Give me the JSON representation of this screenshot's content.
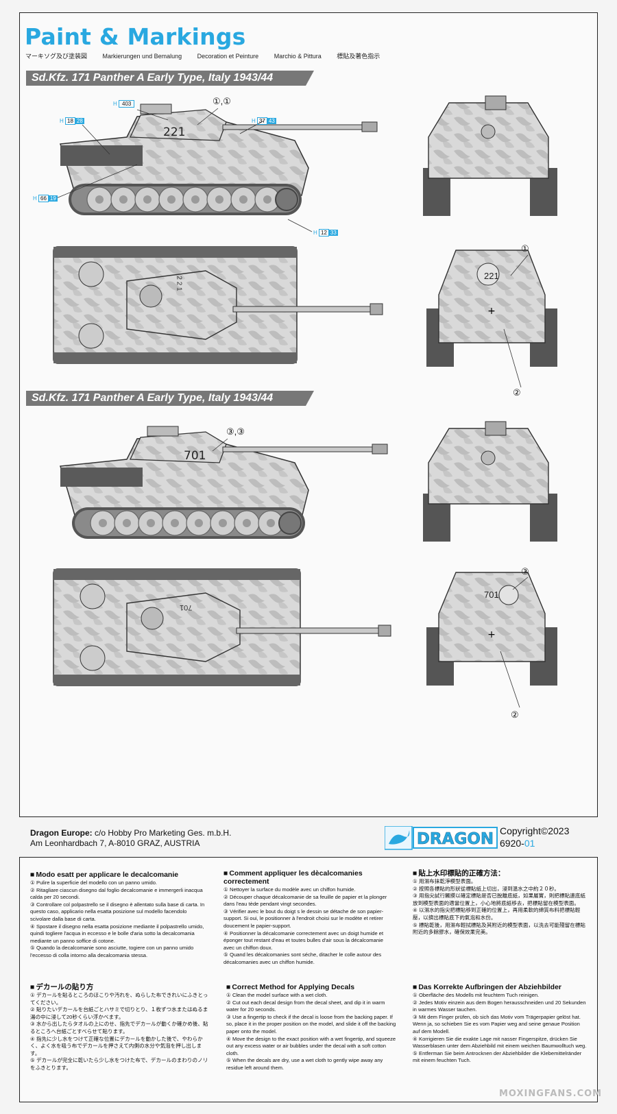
{
  "header": {
    "title": "Paint & Markings",
    "subtitles": [
      "マーキソグ及び塗装図",
      "Markierungen und Bemalung",
      "Decoration et Peinture",
      "Marchio & Pittura",
      "標貼及著色指示"
    ]
  },
  "schemes": [
    {
      "banner": "Sd.Kfz. 171 Panther A Early Type, Italy 1943/44",
      "hull_number": "221",
      "top_number": "2 2 1",
      "callouts": {
        "side": "①,①",
        "rear_top": "①",
        "rear_bottom": "②"
      },
      "paint_codes": [
        {
          "prefix": "H",
          "value": "403"
        },
        {
          "prefix": "H",
          "value": "18",
          "second": "28"
        },
        {
          "prefix": "H",
          "value": "37",
          "second": "43"
        },
        {
          "prefix": "H",
          "value": "66",
          "second": "19"
        },
        {
          "prefix": "H",
          "value": "12",
          "second": "33"
        }
      ]
    },
    {
      "banner": "Sd.Kfz. 171 Panther A Early Type, Italy 1943/44",
      "hull_number": "701",
      "top_number": "701",
      "callouts": {
        "side": "③,③",
        "rear_top": "③",
        "rear_bottom": "②"
      }
    }
  ],
  "footer": {
    "company": "Dragon Europe:",
    "address_line1": "c/o Hobby Pro Marketing Ges. m.b.H.",
    "address_line2": "Am Leonhardbach 7, A-8010 GRAZ, AUSTRIA",
    "brand": "DRAGON",
    "copyright": "Copyright©2023",
    "code_main": "6920-",
    "code_suffix": "01"
  },
  "instructions": {
    "it": {
      "heading": "Modo esatt per applicare le decalcomanie",
      "steps": [
        "Pulire la superficie del modello con un panno umido.",
        "Ritagliare ciascun disegno dal foglio decalcomanie e immergerli inacqua calda per 20 secondi.",
        "Controllare col polpastrello se il disegno è allentato sulla base di carta. In questo caso, applicario nella esatta posizione sul modello facendolo scivolare dalla base di carta.",
        "Spostare il disegno nella esatta posizione mediante il polpastrello umido, quindi togliere l'acqua in eccesso e le bolle d'aria sotto la decalcomania mediante un panno soffice di cotone.",
        "Quando la decalcomanie sono asciutte, togiere con un panno umido l'eccesso di colla intorno alla decalcomania stessa."
      ]
    },
    "fr": {
      "heading": "Comment appliquer les dècalcomanies correctement",
      "steps": [
        "Nettoyer la surface du modèle avec un chiffon humide.",
        "Découper chaque décalcomanie de sa feuille de papier et la plonger dans l'eau tède pendant vingt secondes.",
        "Vérifier avec le bout du doigt s le dessin se détache de son papier-support. Si oui, le positionner à l'endroit choisi sur le modète et retirer doucement le papier-support.",
        "Positionner la décalcomanie correctement avec un doigt humide et éponger tout restant d'eau et toutes bulles d'air sous la décalcomanie avec un chiffon doux.",
        "Quand les décalcomanies sont séche, ditacher le colle autour des décalcomanies avec un chiffon humide."
      ]
    },
    "zh": {
      "heading": "貼上水印標貼的正確方法：",
      "steps": [
        "用濕布抹乾淨模型表面。",
        "按照各標貼的形狀從標貼紙上切出，浸到溫水之中約２０秒。",
        "用指尖試行觸摸以確定標貼是否已脫離底紙，如果屬實，則把標貼連底紙放到模型表面的適當位置上，小心地將底紙移去，把標貼留在模型表面。",
        "以濕水的指尖把標貼移到正確的位置上，再用柔軟的綿質布料把標貼輕壓，以擠出標貼底下的氣泡和水份。",
        "標貼乾後，用濕布輕拭標貼及其附近的模型表面，以洗去可能殘留在標貼附近的多餘膠水，確保效果完美。"
      ]
    },
    "ja": {
      "heading": "デカールの貼り方",
      "steps": [
        "デカールを貼るところのほこりや汚れを、ぬらした布できれいにふきとってください。",
        "貼りたいデカールを台紙ごとハサミで切りとり、１枚ずつ水またはぬるま湯の中に浸して20秒くらい浮かべます。",
        "水から出したらタオルの上にのせ、指先でデカールが動くか確かめ後、貼るところへ台紙ごとすべらせて貼ります。",
        "指先に少し水をつけて正確な位置にデカールを動かした後で、やわらかく、よく水を吸う布でデカールを押さえて内側の水分や気泡を押し出します。",
        "デカールが完全に乾いたら少し水をつけた布で、デカールのまわりのノリをふきとります。"
      ]
    },
    "en": {
      "heading": "Correct Method for Applying Decals",
      "steps": [
        "Clean the model surface with a wet cloth.",
        "Cut out each decal design from the decal sheet, and dip it in warm water for 20 seconds.",
        "Use a fingertip to check if the decal is loose from the backing paper. If so, place it in the proper position on the model, and slide it off the backing paper onto the model.",
        "Move the design to the exact position with a wet fingertip, and squeeze out any excess water or air bubbles under the decal with a soft cotton cloth.",
        "When the decals are dry, use a wet cloth to gently wipe away any residue left around them."
      ]
    },
    "de": {
      "heading": "Das Korrekte Aufbringen der Abziehbilder",
      "steps": [
        "Oberfläche des Modells mit feuchtem Tuch reinigen.",
        "Jedes Motiv einzein aus dem Bogen herausschneiden und 20 Sekunden in warmes Wasser tauchen.",
        "Mit dem Finger prüfen, ob sich das Motiv vom Trägerpapier gelöst hat. Wenn ja, so schieben Sie es vom Papier weg and seine genaue Position auf dem Modell.",
        "Korrigieren Sie die exakte Lage mit nasser Fingerspitze, drücken Sie Wasserblasen unter dem Abziehbild mit einem weichen Baumwolltuch weg.",
        "Entferman Sie beim Antrocknen der Abziehbilder die Klebemittelränder mit einem feuchten Tuch."
      ]
    }
  },
  "watermark": "MOXINGFANS.COM"
}
